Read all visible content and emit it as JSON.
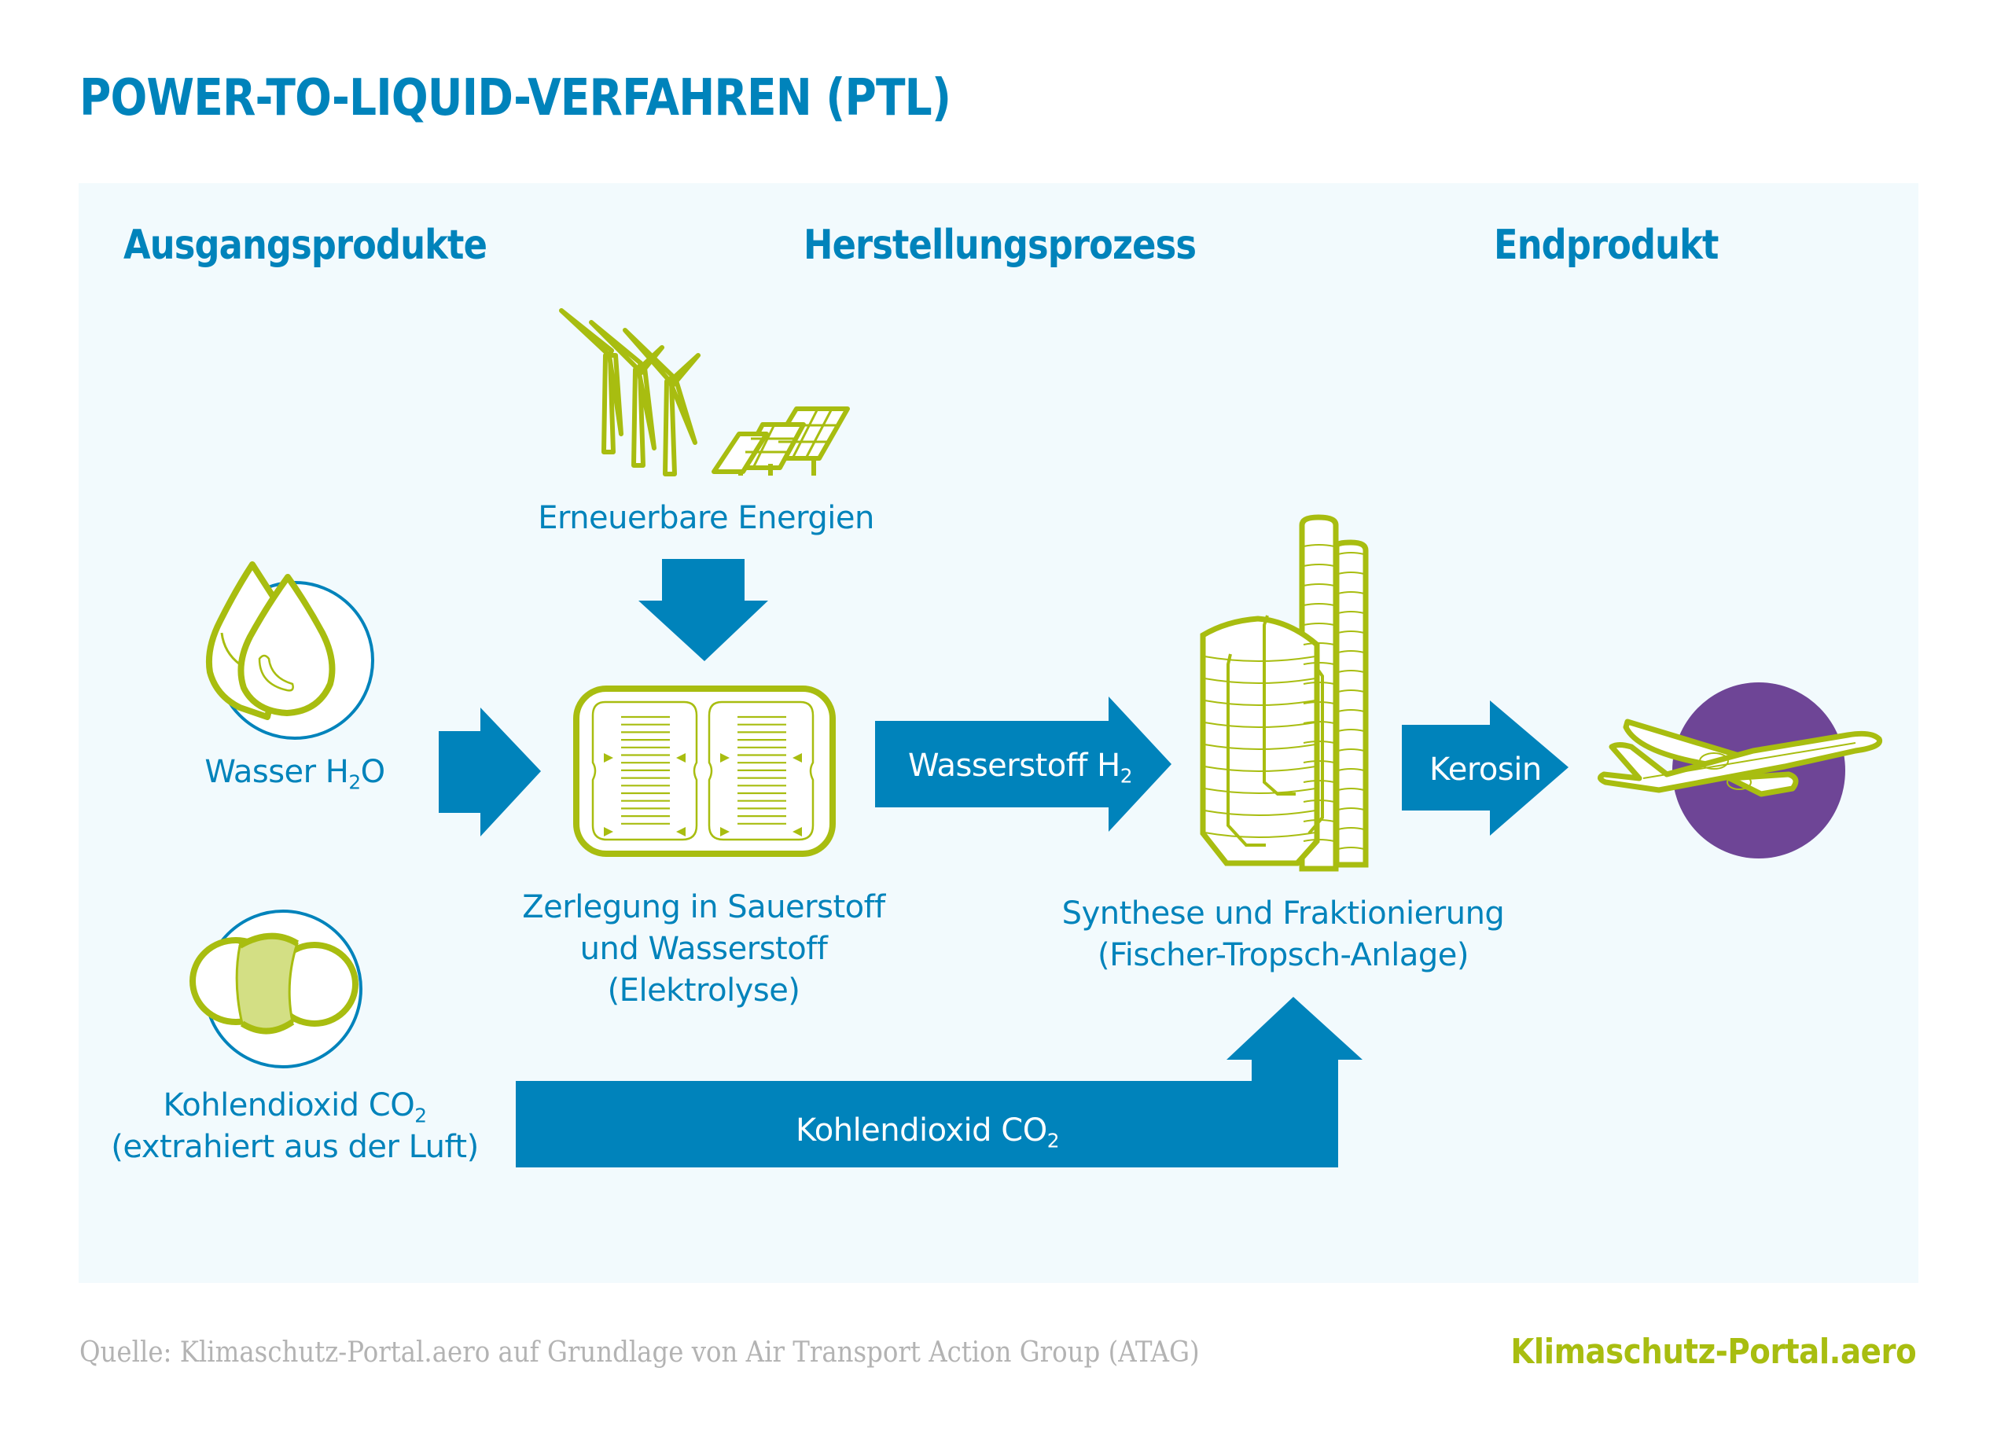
{
  "title": "POWER-TO-LIQUID-VERFAHREN (PTL)",
  "columns": {
    "inputs": "Ausgangsprodukte",
    "process": "Herstellungsprozess",
    "output": "Endprodukt"
  },
  "inputs": {
    "water": {
      "label": "Wasser H",
      "sub": "2",
      "suffix": "O",
      "icon": "water-drops-icon"
    },
    "co2": {
      "label": "Kohlendioxid CO",
      "sub": "2",
      "line2": "(extrahiert aus der Luft)",
      "icon": "co2-molecule-icon"
    }
  },
  "process": {
    "energy": {
      "label": "Erneuerbare Energien",
      "icons": [
        "wind-turbines-icon",
        "solar-panels-icon"
      ]
    },
    "electrolysis": {
      "line1": "Zerlegung in Sauerstoff",
      "line2": "und Wasserstoff",
      "line3": "(Elektrolyse)",
      "icon": "electrolyzer-icon"
    },
    "synthesis": {
      "line1": "Synthese und Fraktionierung",
      "line2": "(Fischer-Tropsch-Anlage)",
      "icon": "fischer-tropsch-plant-icon"
    }
  },
  "arrows": {
    "hydrogen": {
      "label": "Wasserstoff H",
      "sub": "2"
    },
    "kerosene": {
      "label": "Kerosin"
    },
    "co2": {
      "label": "Kohlendioxid CO",
      "sub": "2"
    }
  },
  "output": {
    "icon": "airplane-icon"
  },
  "footer": {
    "source": "Quelle: Klimaschutz-Portal.aero auf Grundlage von Air Transport Action Group (ATAG)",
    "brand": "Klimaschutz-Portal.aero"
  },
  "colors": {
    "blue": "#0083bb",
    "green": "#a8bd10",
    "light_green": "#d3df84",
    "purple": "#6e4596",
    "panel": "#f2fafd",
    "source_grey": "#b3b3b3"
  }
}
